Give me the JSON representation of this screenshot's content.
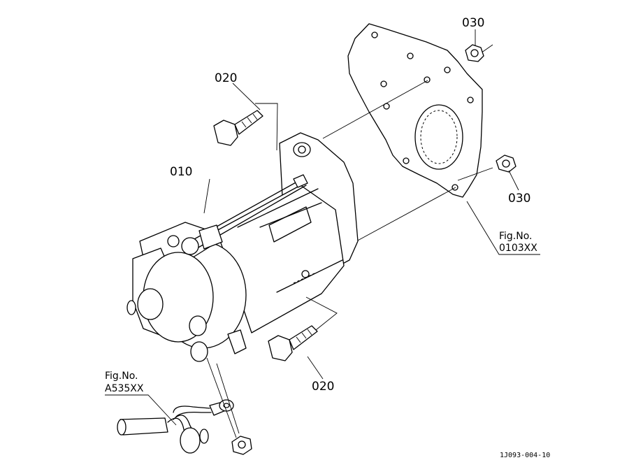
{
  "callouts": {
    "starter": "010",
    "bolt_upper": "020",
    "bolt_lower": "020",
    "nut_upper": "030",
    "nut_lower": "030"
  },
  "references": {
    "plate_ref_line1": "Fig.No.",
    "plate_ref_line2": "0103XX",
    "wire_ref_line1": "Fig.No.",
    "wire_ref_line2": "A535XX"
  },
  "drawing_code": "1J093-004-10",
  "icons": [
    "starter-motor-icon",
    "hex-bolt-icon",
    "hex-nut-icon",
    "mounting-plate-icon",
    "wire-harness-icon"
  ]
}
